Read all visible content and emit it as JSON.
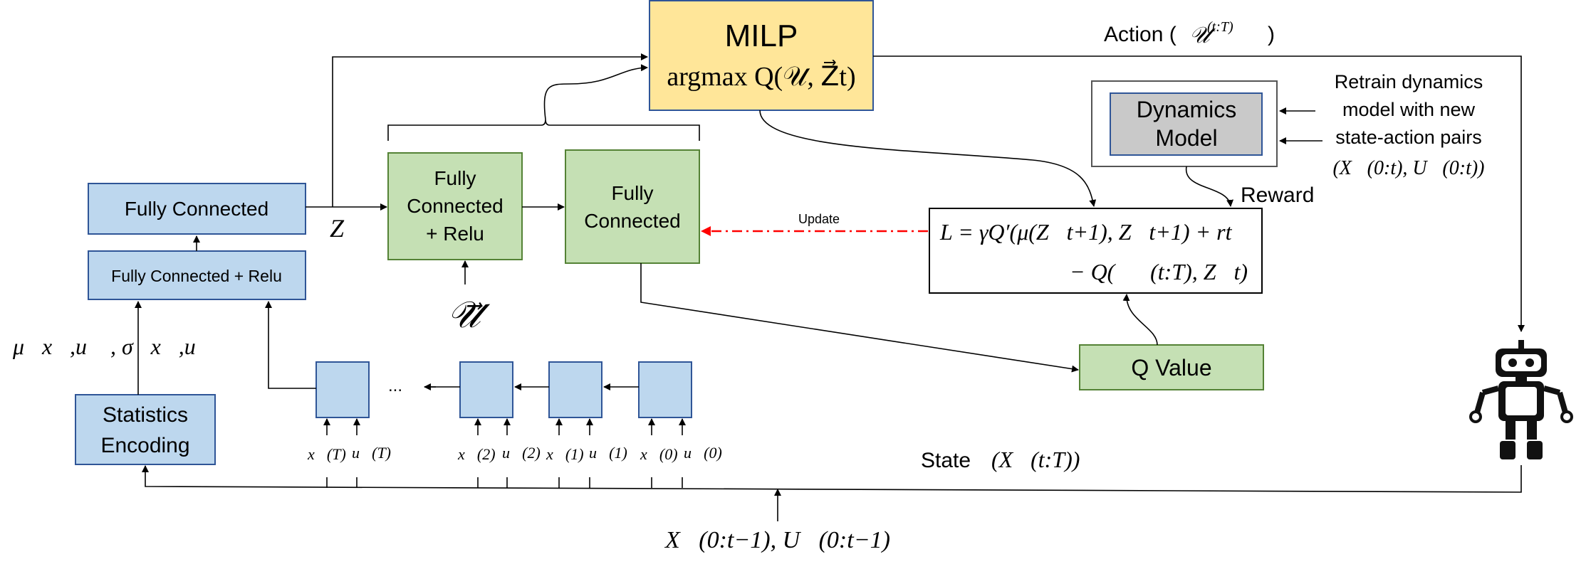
{
  "blocks": {
    "milp_title": "MILP",
    "milp_formula": "argmax Q(𝒰, Z⃗t)",
    "fc_top": "Fully Connected",
    "fc_relu_left": "Fully Connected + Relu",
    "stats_line1": "Statistics",
    "stats_line2": "Encoding",
    "fc_relu_green_1": "Fully",
    "fc_relu_green_2": "Connected",
    "fc_relu_green_3": "+ Relu",
    "fc_green_1": "Fully",
    "fc_green_2": "Connected",
    "q_value": "Q Value",
    "dynamics_1": "Dynamics",
    "dynamics_2": "Model"
  },
  "labels": {
    "action": "Action (",
    "action_sym": "𝒰",
    "action_sup": "(t:T)",
    "action_close": ")",
    "update": "Update",
    "reward": "Reward",
    "retrain_1": "Retrain dynamics",
    "retrain_2": "model with new",
    "retrain_3": "state-action pairs",
    "retrain_4": "(X⃗(0:t), U⃗(0:t))",
    "state": "State",
    "state_sym": "(X⃗(t:T))",
    "z_vec": "Z⃗",
    "u_vec": "𝒰⃗",
    "mu_sigma": "μ⃗x⃗,u⃗ , σ⃗x⃗,u⃗",
    "ellipsis": "...",
    "bottom_input": "X⃗(0:t−1), U⃗(0:t−1)",
    "loss_line1": "L = γQ′(μ(Z⃗t+1), Z⃗t+1) + rt",
    "loss_line2": "− Q(𝒰⃗(t:T), Z⃗t)"
  },
  "sequence_inputs": [
    {
      "x": "x⃗(T)",
      "u": "u⃗(T)"
    },
    {
      "x": "x⃗(2)",
      "u": "u⃗(2)"
    },
    {
      "x": "x⃗(1)",
      "u": "u⃗(1)"
    },
    {
      "x": "x⃗(0)",
      "u": "u⃗(0)"
    }
  ],
  "colors": {
    "blue_fill": "#bdd7ee",
    "green_fill": "#c5e0b4",
    "yellow_fill": "#ffe699",
    "gray_fill": "#c9c9c9",
    "update_arrow": "#ff0000"
  },
  "icons": {
    "agent": "robot-icon"
  }
}
